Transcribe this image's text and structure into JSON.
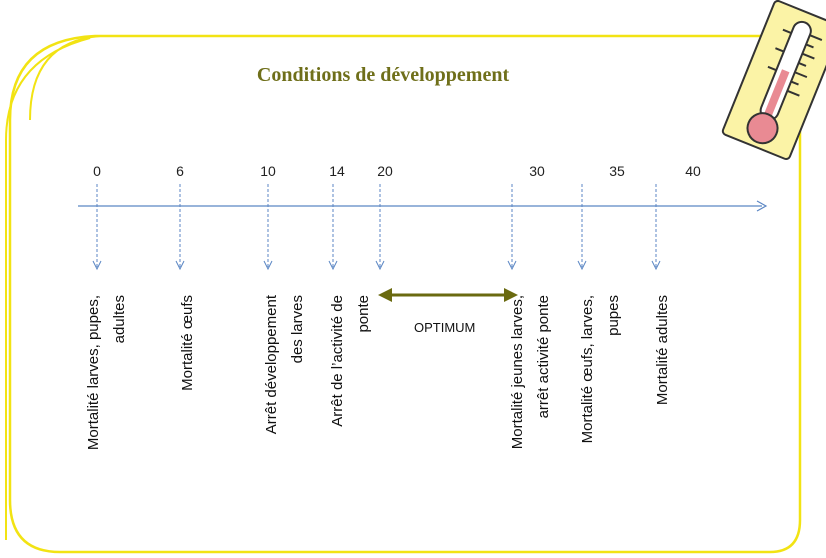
{
  "title": "Conditions de développement",
  "ticks": [
    {
      "value": "0"
    },
    {
      "value": "6"
    },
    {
      "value": "10"
    },
    {
      "value": "14"
    },
    {
      "value": "20"
    },
    {
      "value": "30"
    },
    {
      "value": "35"
    },
    {
      "value": "40"
    }
  ],
  "effects": [
    {
      "lines": [
        "Mortalité larves, pupes,",
        "adultes"
      ]
    },
    {
      "lines": [
        "Mortalité œufs"
      ]
    },
    {
      "lines": [
        "Arrêt développement",
        "des larves"
      ]
    },
    {
      "lines": [
        "Arrêt de l’activité de",
        "ponte"
      ]
    },
    {
      "lines": [
        "Mortalité jeunes larves,",
        "arrêt activité ponte"
      ]
    },
    {
      "lines": [
        "Mortalité œufs, larves,",
        "pupes"
      ]
    },
    {
      "lines": [
        "Mortalité  adultes"
      ]
    }
  ],
  "optimum": {
    "label": "OPTIMUM"
  },
  "icons": {
    "thermometer": "thermometer-icon"
  },
  "colors": {
    "border": "#f2e313",
    "axis": "#5b86c4",
    "arrow": "#6a6a10",
    "title": "#6f6f1a"
  }
}
